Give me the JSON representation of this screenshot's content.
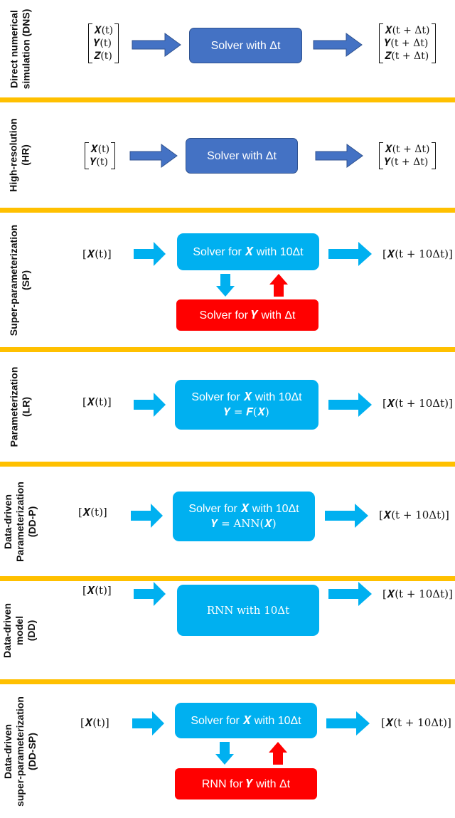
{
  "panels": [
    {
      "label_lines": [
        "Direct numerical",
        "simulation (DNS)"
      ],
      "input_rows": [
        "𝑿(t)",
        "𝒀(t)",
        "𝒁(t)"
      ],
      "output_rows": [
        "𝑿(t + Δt)",
        "𝒀(t + Δt)",
        "𝒁(t + Δt)"
      ],
      "box_lines": [
        "Solver with Δt"
      ]
    },
    {
      "label_lines": [
        "High-resolution",
        "(HR)"
      ],
      "input_rows": [
        "𝑿(t)",
        "𝒀(t)"
      ],
      "output_rows": [
        "𝑿(t + Δt)",
        "𝒀(t + Δt)"
      ],
      "box_lines": [
        "Solver with Δt"
      ]
    },
    {
      "label_lines": [
        "Super-parameterization",
        "(SP)"
      ],
      "input": "[𝑿(t)]",
      "output": "[𝑿(t + 10Δt)]",
      "box_lines": [
        "Solver for 𝑿 with 10Δt"
      ],
      "sub_box": "Solver for 𝒀 with Δt"
    },
    {
      "label_lines": [
        "Parameterization",
        "(LR)"
      ],
      "input": "[𝑿(t)]",
      "output": "[𝑿(t + 10Δt)]",
      "box_lines": [
        "Solver for 𝑿 with 10Δt",
        "𝒀 = 𝑭(𝑿)"
      ]
    },
    {
      "label_lines": [
        "Data-driven",
        "Parameterization",
        "(DD-P)"
      ],
      "input": "[𝑿(t)]",
      "output": "[𝑿(t + 10Δt)]",
      "box_lines": [
        "Solver for 𝑿 with 10Δt",
        "𝒀 = ANN(𝑿)"
      ]
    },
    {
      "label_lines": [
        "Data-driven",
        "model",
        "(DD)"
      ],
      "input": "[𝑿(t)]",
      "output": "[𝑿(t + 10Δt)]",
      "box_lines": [
        "RNN with 10Δt"
      ]
    },
    {
      "label_lines": [
        "Data-driven",
        "super-parameterization",
        "(DD-SP)"
      ],
      "input": "[𝑿(t)]",
      "output": "[𝑿(t + 10Δt)]",
      "box_lines": [
        "Solver for 𝑿 with 10Δt"
      ],
      "sub_box": "RNN for 𝒀 with Δt"
    }
  ],
  "colors": {
    "dark_blue": "#4472c4",
    "light_blue": "#00b0f0",
    "red": "#ff0000",
    "separator": "#ffc000"
  }
}
